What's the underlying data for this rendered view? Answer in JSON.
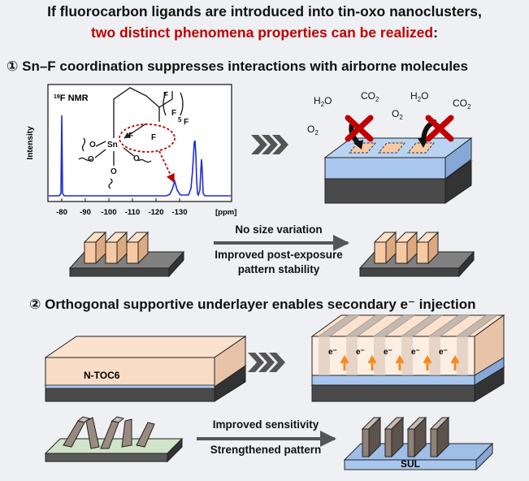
{
  "title": {
    "line1": "If fluorocarbon ligands are introduced into tin-oxo nanoclusters,",
    "line2_red": "two distinct phenomena properties can be realized",
    "line2_tail": ":"
  },
  "section1": {
    "heading": "① Sn–F coordination suppresses interactions with airborne molecules",
    "nmr": {
      "label_sup": "19",
      "label_text": "F NMR",
      "ylabel": "Intensity",
      "xunit": "[ppm]",
      "ticks": [
        "-80",
        "-90",
        "-100",
        "-110",
        "-120",
        "-130"
      ]
    },
    "molecules": [
      "H2O",
      "CO2",
      "O2",
      "H2O",
      "CO2",
      "O2"
    ],
    "structure_labels": {
      "sn": "Sn",
      "o": "O",
      "f": "F",
      "subscript": "5"
    },
    "annotation_top": "No size variation",
    "annotation_bottom_1": "Improved post-exposure",
    "annotation_bottom_2": "pattern stability"
  },
  "section2": {
    "heading": "② Orthogonal supportive underlayer enables secondary e⁻ injection",
    "block_label": "N-TOC6",
    "electron": "e⁻",
    "annotation_top": "Improved sensitivity",
    "annotation_bottom": "Strengthened  pattern",
    "sul_label": "SUL"
  },
  "colors": {
    "accent_red": "#c00000",
    "spectrum_blue": "#1e2cd6",
    "resist_tan": "#f6c9a2",
    "substrate_gray": "#555555",
    "underlayer_blue": "#a9c7ee"
  }
}
